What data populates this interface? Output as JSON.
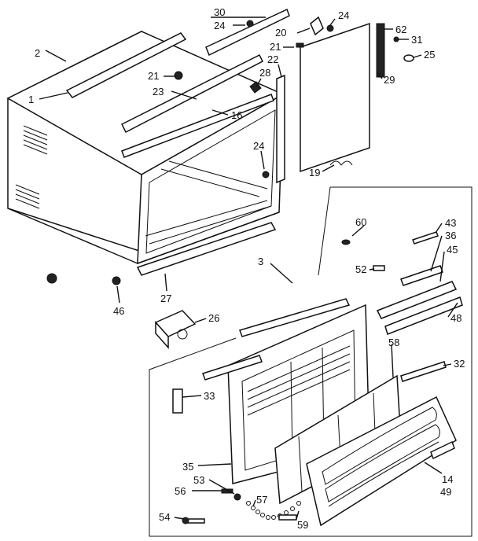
{
  "labels": {
    "l1": "1",
    "l2": "2",
    "l3": "3",
    "l14": "14",
    "l16": "16",
    "l19": "19",
    "l20": "20",
    "l21a": "21",
    "l21b": "21",
    "l22": "22",
    "l23": "23",
    "l24a": "24",
    "l24b": "24",
    "l24c": "24",
    "l25": "25",
    "l26": "26",
    "l27": "27",
    "l28": "28",
    "l29": "29",
    "l30": "30",
    "l31": "31",
    "l32": "32",
    "l33": "33",
    "l35": "35",
    "l36": "36",
    "l43": "43",
    "l45": "45",
    "l46": "46",
    "l48": "48",
    "l49": "49",
    "l52": "52",
    "l53": "53",
    "l54": "54",
    "l56": "56",
    "l57": "57",
    "l58": "58",
    "l59": "59",
    "l60": "60",
    "l62": "62"
  }
}
